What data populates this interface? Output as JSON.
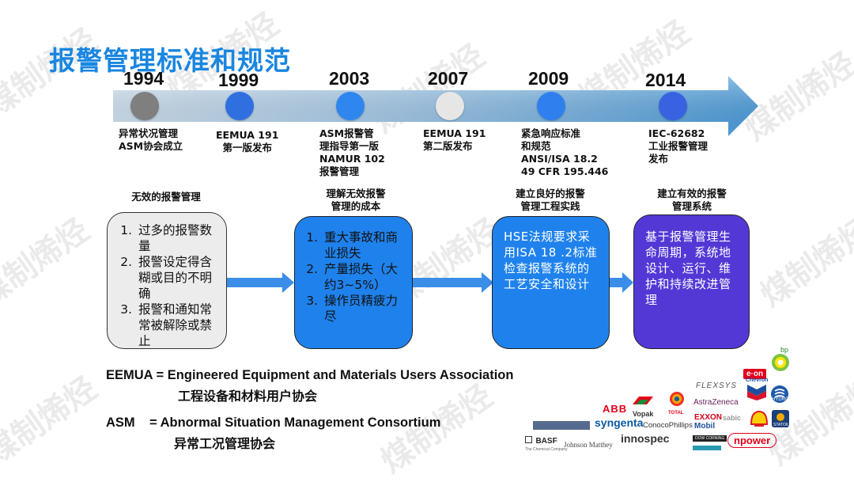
{
  "title": "报警管理标准和规范",
  "watermark_text": "煤制烯烃",
  "timeline": [
    {
      "year": "1994",
      "event": [
        "异常状况管理",
        "ASM协会成立"
      ],
      "dot_color": "#7f7f7f"
    },
    {
      "year": "1999",
      "event": [
        "EEMUA 191",
        "第一版发布"
      ],
      "dot_color": "#2f6fe0"
    },
    {
      "year": "2003",
      "event": [
        "ASM报警管",
        "理指导第一版",
        "NAMUR 102",
        "报警管理"
      ],
      "dot_color": "#2f86ee"
    },
    {
      "year": "2007",
      "event": [
        "EEMUA 191",
        "第二版发布"
      ],
      "dot_color": "#e6e6e6"
    },
    {
      "year": "2009",
      "event": [
        "紧急响应标准",
        "和规范",
        "ANSI/ISA 18.2",
        "49 CFR 195.446"
      ],
      "dot_color": "#2f80ee"
    },
    {
      "year": "2014",
      "event": [
        "IEC-62682",
        "工业报警管理",
        "发布"
      ],
      "dot_color": "#3763e2"
    }
  ],
  "stages": [
    {
      "label": [
        "无效的报警管理"
      ],
      "items": [
        "过多的报警数量",
        "报警设定得含糊或目的不明确",
        "报警和通知常常被解除或禁止"
      ]
    },
    {
      "label": [
        "理解无效报警",
        "管理的成本"
      ],
      "items": [
        "重大事故和商业损失",
        "产量损失（大约3~5%）",
        "操作员精疲力尽"
      ]
    },
    {
      "label": [
        "建立良好的报警",
        "管理工程实践"
      ],
      "text": "HSE法规要求采用ISA 18 .2标准检查报警系统的工艺安全和设计"
    },
    {
      "label": [
        "建立有效的报警",
        "管理系统"
      ],
      "text": "基于报警管理生命周期，系统地设计、运行、维护和持续改进管理"
    }
  ],
  "definitions": [
    {
      "en": "EEMUA = Engineered Equipment and Materials Users Association",
      "zh": "工程设备和材料用户协会"
    },
    {
      "en": "ASM    = Abnormal Situation Management Consortium",
      "zh": "异常工况管理协会"
    }
  ],
  "logos": {
    "bp": "bp",
    "eon": "e·on",
    "flexsys": "FLEXSYS",
    "chevron": "Chevron",
    "hydro": "HYDRO",
    "abb": "ABB",
    "vopak": "Vopak",
    "total": "TOTAL",
    "astrazeneca": "AstraZeneca",
    "syngenta": "syngenta",
    "conocophillips": "ConocoPhillips",
    "exxonmobil_1": "EXXON",
    "exxonmobil_2": "Mobil",
    "sabic": "sabic",
    "statoil": "STATOIL",
    "basf": "BASF",
    "basf_tag": "The Chemical Company",
    "jm": "Johnson Matthey",
    "innospec": "innospec",
    "dowcorning": "DOW CORNING",
    "npower": "npower"
  }
}
